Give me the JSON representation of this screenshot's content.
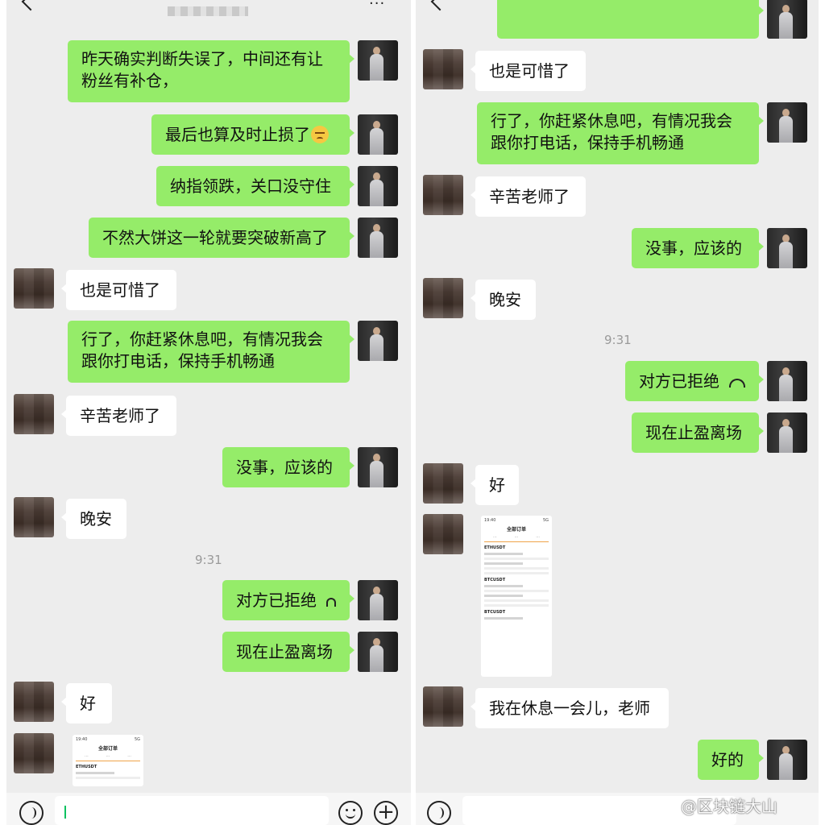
{
  "left": {
    "messages": [
      {
        "from": "me",
        "text": "昨天确实判断失误了，中间还有让粉丝有补仓，"
      },
      {
        "from": "me",
        "text": "最后也算及时止损了",
        "emoji": "pensive-face"
      },
      {
        "from": "me",
        "text": "纳指领跌，关口没守住"
      },
      {
        "from": "me",
        "text": "不然大饼这一轮就要突破新高了"
      },
      {
        "from": "other",
        "text": "也是可惜了"
      },
      {
        "from": "me",
        "text": "行了，你赶紧休息吧，有情况我会跟你打电话，保持手机畅通"
      },
      {
        "from": "other",
        "text": "辛苦老师了"
      },
      {
        "from": "me",
        "text": "没事，应该的"
      },
      {
        "from": "other",
        "text": "晚安"
      },
      {
        "type": "time",
        "text": "9:31"
      },
      {
        "from": "me",
        "text": "对方已拒绝",
        "icon": "hangup-icon"
      },
      {
        "from": "me",
        "text": "现在止盈离场"
      },
      {
        "from": "other",
        "text": "好"
      },
      {
        "from": "other",
        "type": "image",
        "title": "全部订单",
        "symbol": "ETHUSDT"
      }
    ]
  },
  "right": {
    "messages": [
      {
        "from": "other",
        "text": "也是可惜了"
      },
      {
        "from": "me",
        "text": "行了，你赶紧休息吧，有情况我会跟你打电话，保持手机畅通"
      },
      {
        "from": "other",
        "text": "辛苦老师了"
      },
      {
        "from": "me",
        "text": "没事，应该的"
      },
      {
        "from": "other",
        "text": "晚安"
      },
      {
        "type": "time",
        "text": "9:31"
      },
      {
        "from": "me",
        "text": "对方已拒绝",
        "icon": "hangup-icon"
      },
      {
        "from": "me",
        "text": "现在止盈离场"
      },
      {
        "from": "other",
        "text": "好"
      },
      {
        "from": "other",
        "type": "image",
        "title": "全部订单",
        "symbols": [
          "ETHUSDT",
          "BTCUSDT",
          "BTCUSDT"
        ]
      },
      {
        "from": "other",
        "text": "我在休息一会儿，老师"
      },
      {
        "from": "me",
        "text": "好的"
      }
    ]
  },
  "thumbnail": {
    "status_time": "19:40",
    "status_right": "5G",
    "title": "全部订单"
  },
  "watermark": "@区块链大山"
}
